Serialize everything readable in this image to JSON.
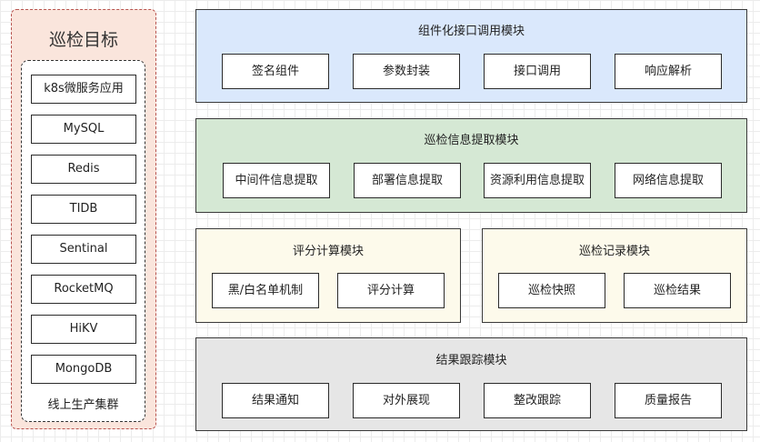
{
  "targets": {
    "title": "巡检目标",
    "items": [
      "k8s微服务应用",
      "MySQL",
      "Redis",
      "TIDB",
      "Sentinal",
      "RocketMQ",
      "HiKV",
      "MongoDB"
    ],
    "cluster_label": "线上生产集群",
    "colors": {
      "fill": "#fae5dc",
      "border": "#b85450"
    }
  },
  "modules": {
    "api": {
      "title": "组件化接口调用模块",
      "items": [
        "签名组件",
        "参数封装",
        "接口调用",
        "响应解析"
      ],
      "color": "#dae8fc"
    },
    "extract": {
      "title": "巡检信息提取模块",
      "items": [
        "中间件信息提取",
        "部署信息提取",
        "资源利用信息提取",
        "网络信息提取"
      ],
      "color": "#d5e8d4"
    },
    "score": {
      "title": "评分计算模块",
      "items": [
        "黑/白名单机制",
        "评分计算"
      ],
      "color": "#fdfaeb"
    },
    "record": {
      "title": "巡检记录模块",
      "items": [
        "巡检快照",
        "巡检结果"
      ],
      "color": "#fdfaeb"
    },
    "track": {
      "title": "结果跟踪模块",
      "items": [
        "结果通知",
        "对外展现",
        "整改跟踪",
        "质量报告"
      ],
      "color": "#e6e6e6"
    }
  }
}
